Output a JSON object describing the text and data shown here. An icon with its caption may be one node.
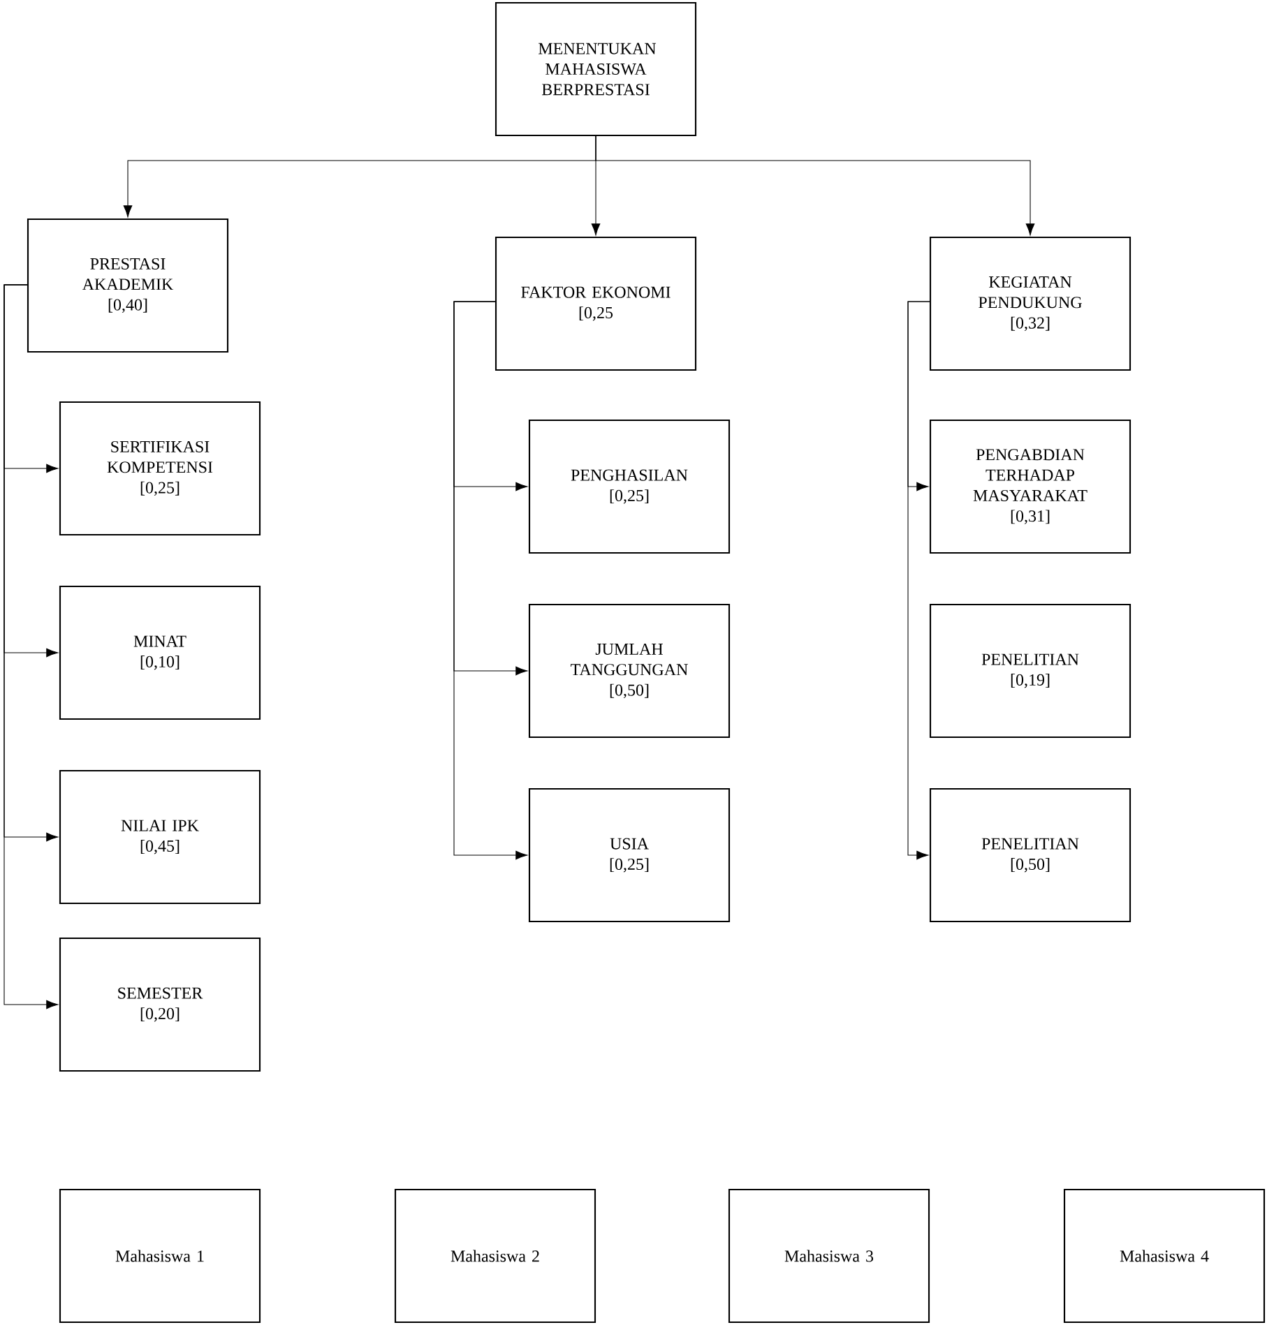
{
  "diagram": {
    "nodes": [
      {
        "text": [
          "MENENTUKAN MAHASISWA BERPRESTASI"
        ]
      },
      {
        "text": [
          "PRESTASI AKADEMIK",
          "[0,40]"
        ]
      },
      {
        "text": [
          "FAKTOR EKONOMI",
          "[0,25"
        ]
      },
      {
        "text": [
          "KEGIATAN PENDUKUNG",
          "[0,32]"
        ]
      },
      {
        "text": [
          "SERTIFIKASI KOMPETENSI",
          "[0,25]"
        ]
      },
      {
        "text": [
          "MINAT",
          "[0,10]"
        ]
      },
      {
        "text": [
          "NILAI IPK",
          "[0,45]"
        ]
      },
      {
        "text": [
          "SEMESTER",
          "[0,20]"
        ]
      },
      {
        "text": [
          "PENGHASILAN",
          "[0,25]"
        ]
      },
      {
        "text": [
          "JUMLAH TANGGUNGAN",
          "[0,50]"
        ]
      },
      {
        "text": [
          "USIA",
          "[0,25]"
        ]
      },
      {
        "text": [
          "PENGABDIAN TERHADAP MASYARAKAT",
          "[0,31]"
        ]
      },
      {
        "text": [
          "PENELITIAN",
          "[0,19]"
        ]
      },
      {
        "text": [
          "PENELITIAN",
          "[0,50]"
        ]
      },
      {
        "text": [
          "Mahasiswa 1"
        ]
      },
      {
        "text": [
          "Mahasiswa 2"
        ]
      },
      {
        "text": [
          "Mahasiswa 3"
        ]
      },
      {
        "text": [
          "Mahasiswa 4"
        ]
      }
    ],
    "edges": [
      {
        "from": 0,
        "to": 1,
        "arrow": "to"
      },
      {
        "from": 0,
        "to": 2,
        "arrow": "to"
      },
      {
        "from": 0,
        "to": 3,
        "arrow": "to"
      },
      {
        "from": 1,
        "to": 4,
        "arrow": "to"
      },
      {
        "from": 1,
        "to": 5,
        "arrow": "to"
      },
      {
        "from": 1,
        "to": 6,
        "arrow": "to"
      },
      {
        "from": 1,
        "to": 7,
        "arrow": "to"
      },
      {
        "from": 2,
        "to": 8,
        "arrow": "to"
      },
      {
        "from": 2,
        "to": 9,
        "arrow": "to"
      },
      {
        "from": 2,
        "to": 10,
        "arrow": "to"
      },
      {
        "from": 3,
        "to": 11,
        "arrow": "to"
      },
      {
        "from": 3,
        "to": 13,
        "arrow": "to"
      }
    ]
  }
}
